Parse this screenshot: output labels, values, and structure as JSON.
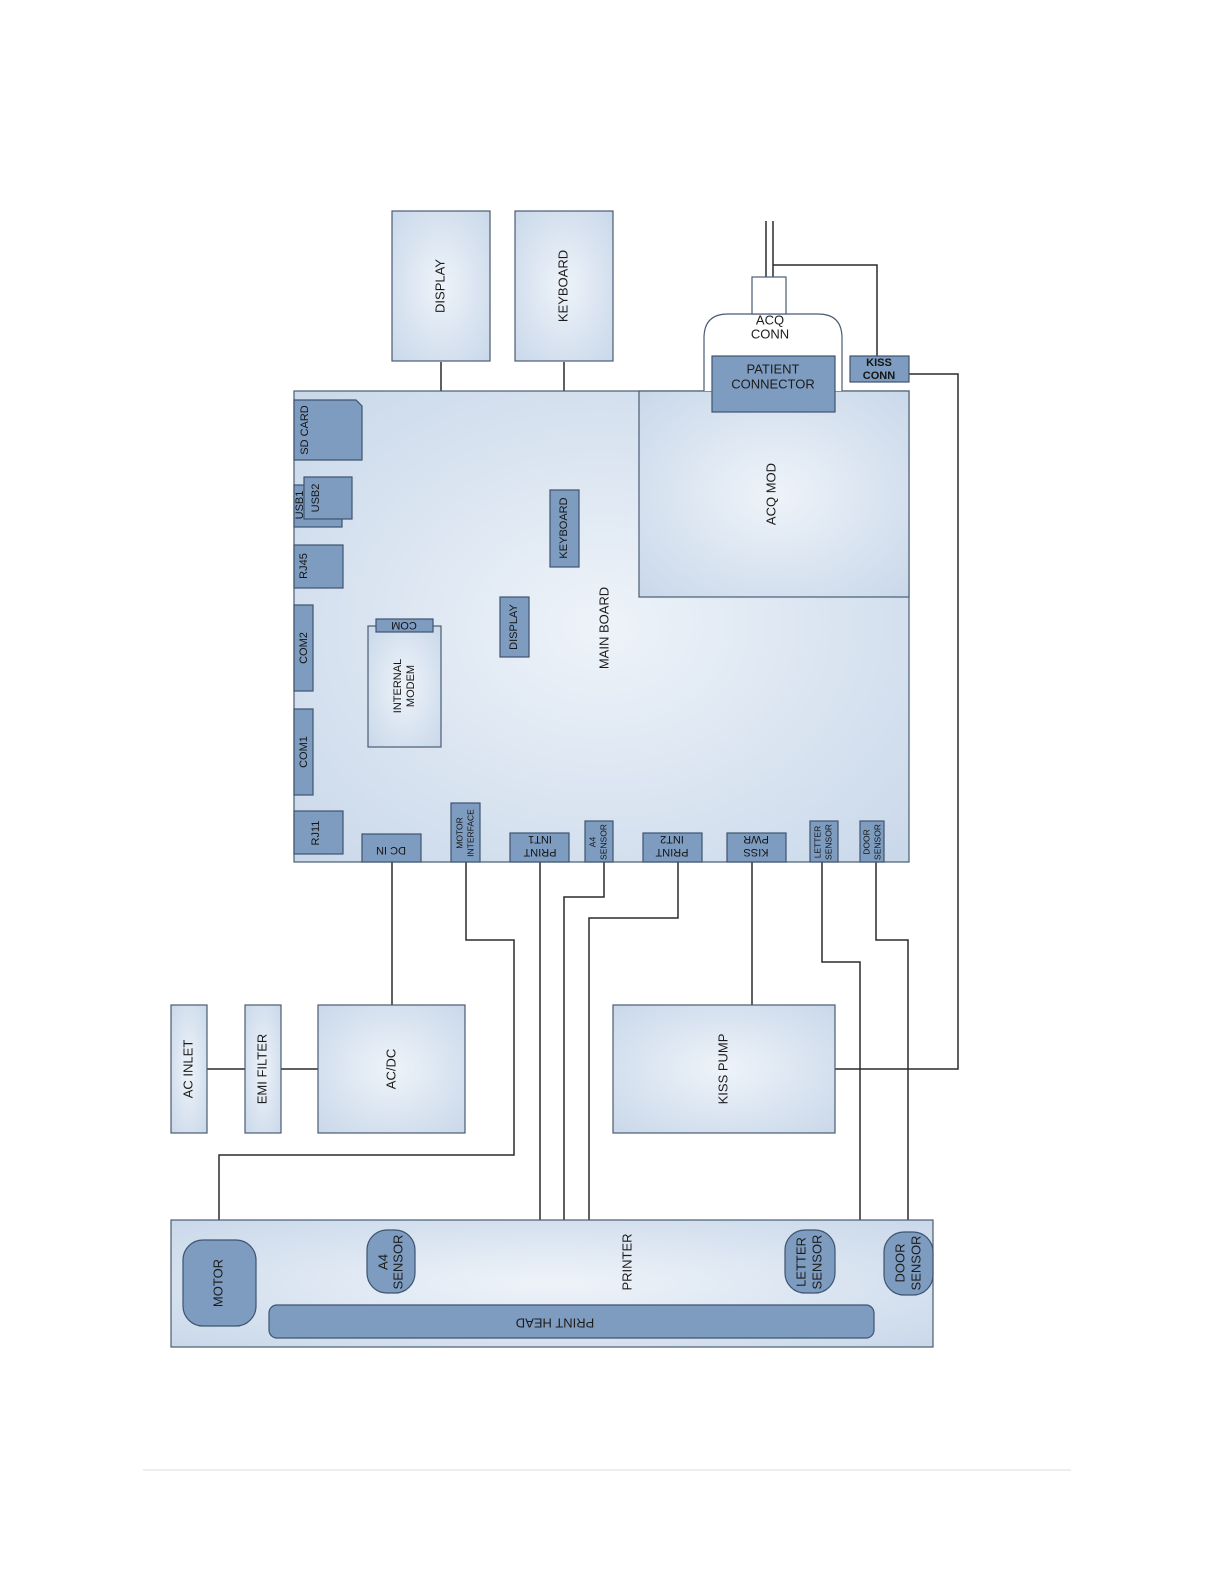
{
  "blocks": {
    "display": "DISPLAY",
    "keyboard": "KEYBOARD",
    "acq_conn": [
      "ACQ",
      "CONN"
    ],
    "patient_connector": [
      "PATIENT",
      "CONNECTOR"
    ],
    "kiss_conn": [
      "KISS",
      "CONN"
    ],
    "main_board": "MAIN BOARD",
    "acq_mod": "ACQ MOD",
    "ac_inlet": "AC INLET",
    "emi_filter": "EMI FILTER",
    "ac_dc": "AC/DC",
    "kiss_pump": "KISS PUMP",
    "printer": "PRINTER",
    "print_head": "PRINT HEAD",
    "motor": "MOTOR",
    "a4_sensor": [
      "A4",
      "SENSOR"
    ],
    "letter_sensor": [
      "LETTER",
      "SENSOR"
    ],
    "door_sensor": [
      "DOOR",
      "SENSOR"
    ]
  },
  "ports": {
    "sd_card": "SD CARD",
    "usb1": "USB1",
    "usb2": "USB2",
    "rj45": "RJ45",
    "com2": "COM2",
    "com1": "COM1",
    "rj11": "RJ11",
    "internal_modem": [
      "INTERNAL",
      "MODEM"
    ],
    "com": "COM",
    "display_port": "DISPLAY",
    "keyboard_port": "KEYBOARD",
    "dc_in": "DC IN",
    "motor_interface": [
      "MOTOR",
      "INTERFACE"
    ],
    "print_int1": [
      "PRINT",
      "INT1"
    ],
    "a4_sensor_port": [
      "A4",
      "SENSOR"
    ],
    "print_int2": [
      "PRINT",
      "INT2"
    ],
    "kiss_pwr": [
      "KISS",
      "PWR"
    ],
    "letter_sensor_port": [
      "LETTER",
      "SENSOR"
    ],
    "door_sensor_port": [
      "DOOR",
      "SENSOR"
    ]
  },
  "colors": {
    "block_fill": "#d4e1ef",
    "block_center": "#eef3f9",
    "port_fill": "#7e9cc0",
    "stroke": "#4a5c72",
    "wire": "#2b2b2b"
  }
}
